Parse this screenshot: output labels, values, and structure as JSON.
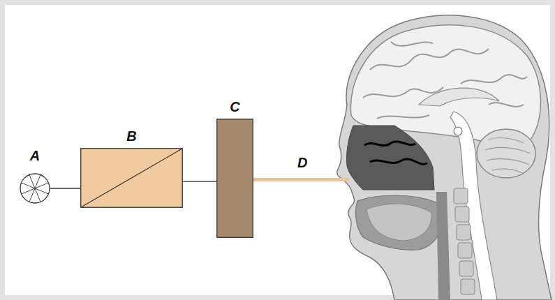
{
  "diagram": {
    "nodes": [
      {
        "text": [
          "A"
        ]
      },
      {
        "text": [
          "B"
        ]
      },
      {
        "text": [
          "C"
        ]
      }
    ],
    "edges": [
      {
        "from": 0,
        "to": 1,
        "arrow": "none"
      },
      {
        "from": 1,
        "to": 2,
        "arrow": "none"
      }
    ],
    "labels": [
      "D"
    ]
  }
}
